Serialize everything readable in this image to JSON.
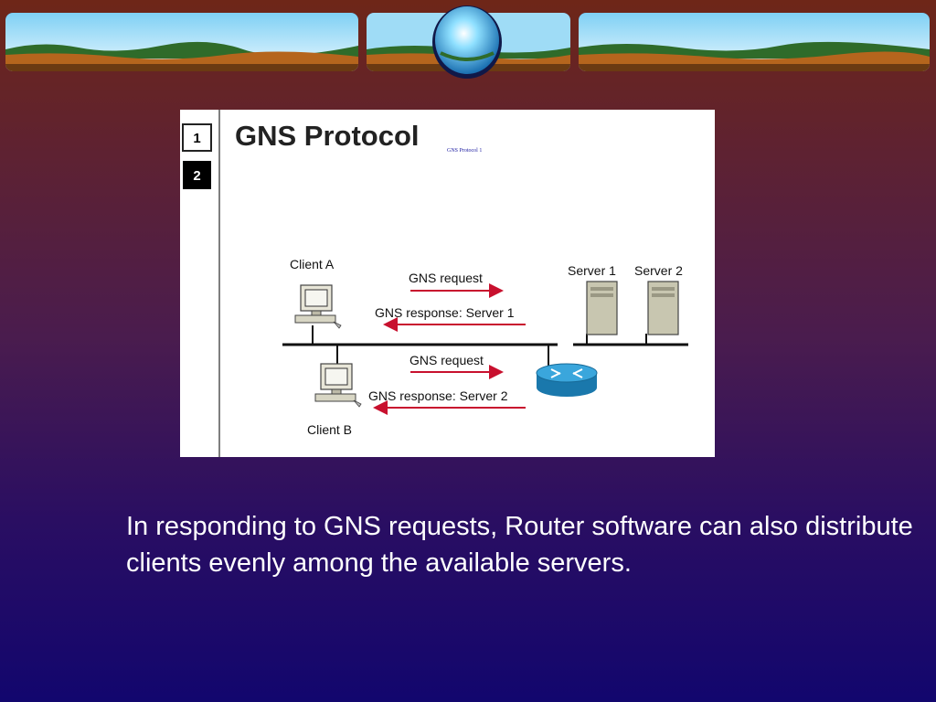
{
  "slide": {
    "nav": [
      "1",
      "2"
    ],
    "title": "GNS Protocol",
    "small_label": "GNS Protocol 1",
    "diagram": {
      "client_a": "Client A",
      "client_b": "Client B",
      "server_1": "Server 1",
      "server_2": "Server 2",
      "request_a": "GNS request",
      "response_a": "GNS response: Server 1",
      "request_b": "GNS request",
      "response_b": "GNS response: Server 2"
    }
  },
  "caption": "In responding to GNS requests, Router software can also distribute clients evenly among the available servers.",
  "colors": {
    "arrow": "#c8102e",
    "router": "#1f8fc8",
    "server": "#c8c6b0"
  }
}
